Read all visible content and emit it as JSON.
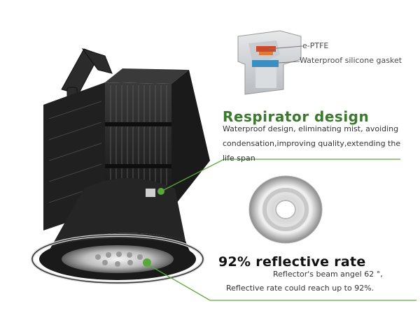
{
  "gasket": {
    "eptfe_label": "e-PTFE",
    "silicone_label": "Waterproof silicone gasket"
  },
  "respirator": {
    "title": "Respirator  design",
    "lines": [
      "Waterproof  design, eliminating mist, avoiding",
      "condensation,improving quality,extending the",
      "life span"
    ]
  },
  "reflective": {
    "title": "92% reflective rate",
    "line1": "Reflector's beam angel 62 °,",
    "line2": "Reflective  rate could reach up to 92%."
  },
  "colors": {
    "accent_green": "#3a7a2c",
    "leader_green": "#5aa83a",
    "housing": "#2a2a2a"
  }
}
